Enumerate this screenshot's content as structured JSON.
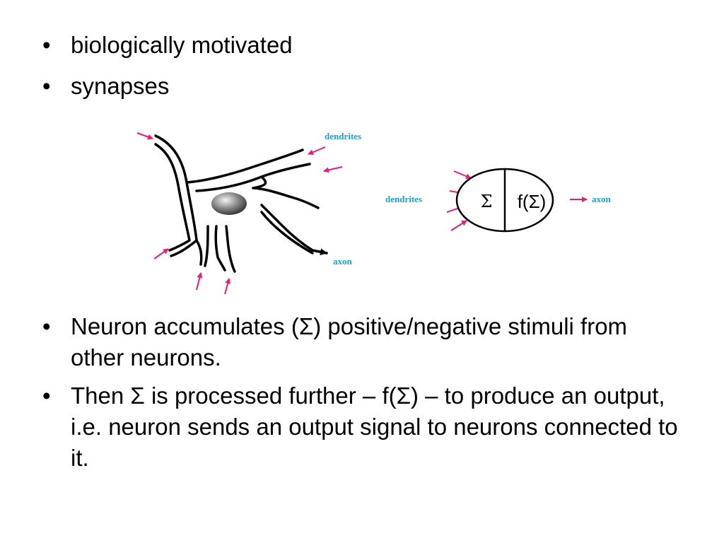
{
  "bullets_top": [
    "biologically motivated",
    "synapses"
  ],
  "bullets_bottom": [
    "Neuron accumulates (Σ) positive/negative stimuli from other neurons.",
    "Then Σ is processed further – f(Σ) – to produce an output, i.e. neuron sends an output signal to neurons connected to it."
  ],
  "bullet_glyph": "•",
  "figure": {
    "neuron": {
      "dendrites_label": "dendrites",
      "axon_label": "axon"
    },
    "model": {
      "dendrites_label": "dendrites",
      "sum_symbol": "Σ",
      "function_label": "f(Σ)",
      "axon_label": "axon"
    }
  },
  "colors": {
    "arrow": "#e0207a",
    "label": "#1aa0d8",
    "text": "#000000"
  }
}
